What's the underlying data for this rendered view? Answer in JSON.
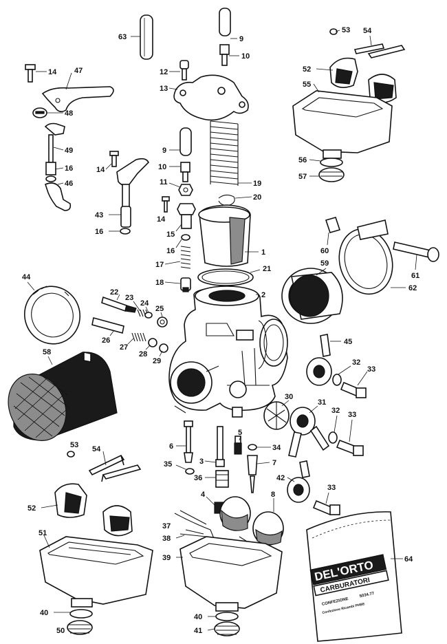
{
  "callouts": [
    "1",
    "2",
    "3",
    "4",
    "5",
    "6",
    "7",
    "8",
    "9",
    "10",
    "11",
    "12",
    "13",
    "14",
    "15",
    "16",
    "17",
    "18",
    "19",
    "20",
    "21",
    "22",
    "23",
    "24",
    "25",
    "26",
    "27",
    "28",
    "29",
    "30",
    "31",
    "32",
    "33",
    "34",
    "35",
    "36",
    "37",
    "38",
    "39",
    "40",
    "41",
    "42",
    "43",
    "44",
    "45",
    "46",
    "47",
    "48",
    "49",
    "50",
    "51",
    "52",
    "53",
    "54",
    "55",
    "56",
    "57",
    "58",
    "59",
    "60",
    "61",
    "62",
    "63",
    "64"
  ],
  "bag": {
    "brand": "DEL'ORTO",
    "line1": "CARBURATORI",
    "line2": "CONFEZIONE",
    "code": "5034.77",
    "line3": "Confezione Ricambi PHBE"
  }
}
